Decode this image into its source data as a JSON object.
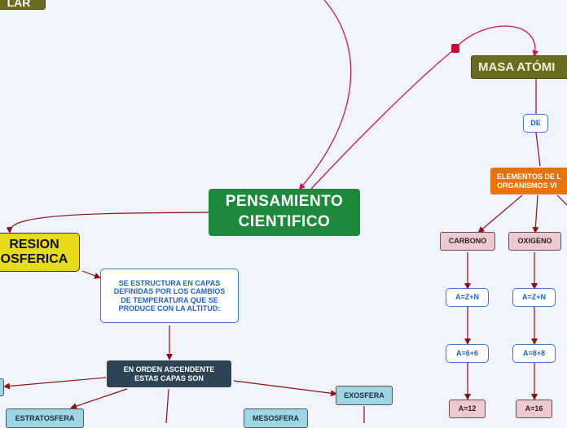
{
  "nodes": {
    "top_left": "LAR",
    "masa_atomica": "MASA ATÓMI",
    "de": "DE",
    "elementos": "ELEMENTOS DE L\nORGANISMOS VI",
    "pensamiento": "PENSAMIENTO\nCIENTIFICO",
    "presion": "RESION\nOSFERICA",
    "estructura": "SE ESTRUCTURA EN CAPAS DEFINIDAS POR LOS CAMBIOS DE TEMPERATURA QUE SE PRODUCE CON LA ALTITUD:",
    "orden": "EN ORDEN ASCENDENTE\nESTAS CAPAS SON",
    "exosfera": "EXOSFERA",
    "estratosfera": "ESTRATOSFERA",
    "mesosfera": "MESOSFERA",
    "carbono": "CARBONO",
    "oxigeno": "OXIGENO",
    "c_formula": "A=Z+N",
    "o_formula": "A=Z+N",
    "c_sum": "A=6+6",
    "o_sum": "A=8+8",
    "c_result": "A=12",
    "o_result": "A=16"
  },
  "colors": {
    "background": "#f1f4fc",
    "link_pink": "#c8195a",
    "link_dark_red": "#8c1014",
    "central": "#1c8a3a",
    "olive": "#6b6b1f",
    "yellow": "#e7db1c",
    "dark_slate": "#2d4454",
    "light_blue": "#9fd6e6",
    "orange": "#e9720d",
    "pink": "#f0c9d0",
    "blue_text": "#1f62c8"
  }
}
